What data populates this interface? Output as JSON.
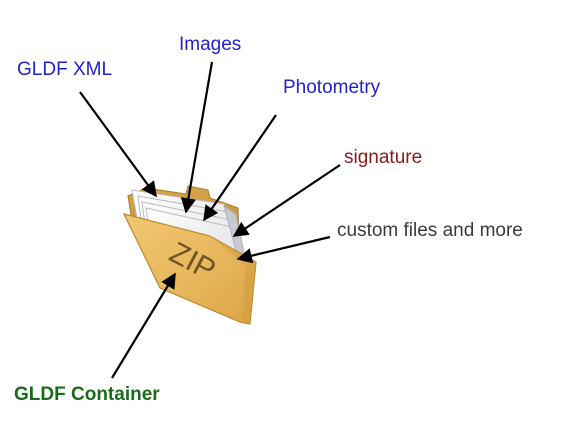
{
  "labels": {
    "gldf_xml": "GLDF XML",
    "images": "Images",
    "photometry": "Photometry",
    "signature": "signature",
    "custom_files": "custom files and more",
    "container": "GLDF Container",
    "zip": "ZIP"
  },
  "colors": {
    "blue_label": "#2222cc",
    "signature_label": "#8b1a1a",
    "custom_label": "#3a3a3a",
    "container_label": "#1a6b1a",
    "folder_front": "#e9b95e",
    "folder_back": "#c99539",
    "folder_edge": "#b88a2e",
    "paper": "#f4f4f6",
    "zip_text": "#6e5424",
    "arrow": "#000000"
  },
  "icons": [
    "zip-folder-icon",
    "document-sheet-icon",
    "arrow-icon"
  ]
}
